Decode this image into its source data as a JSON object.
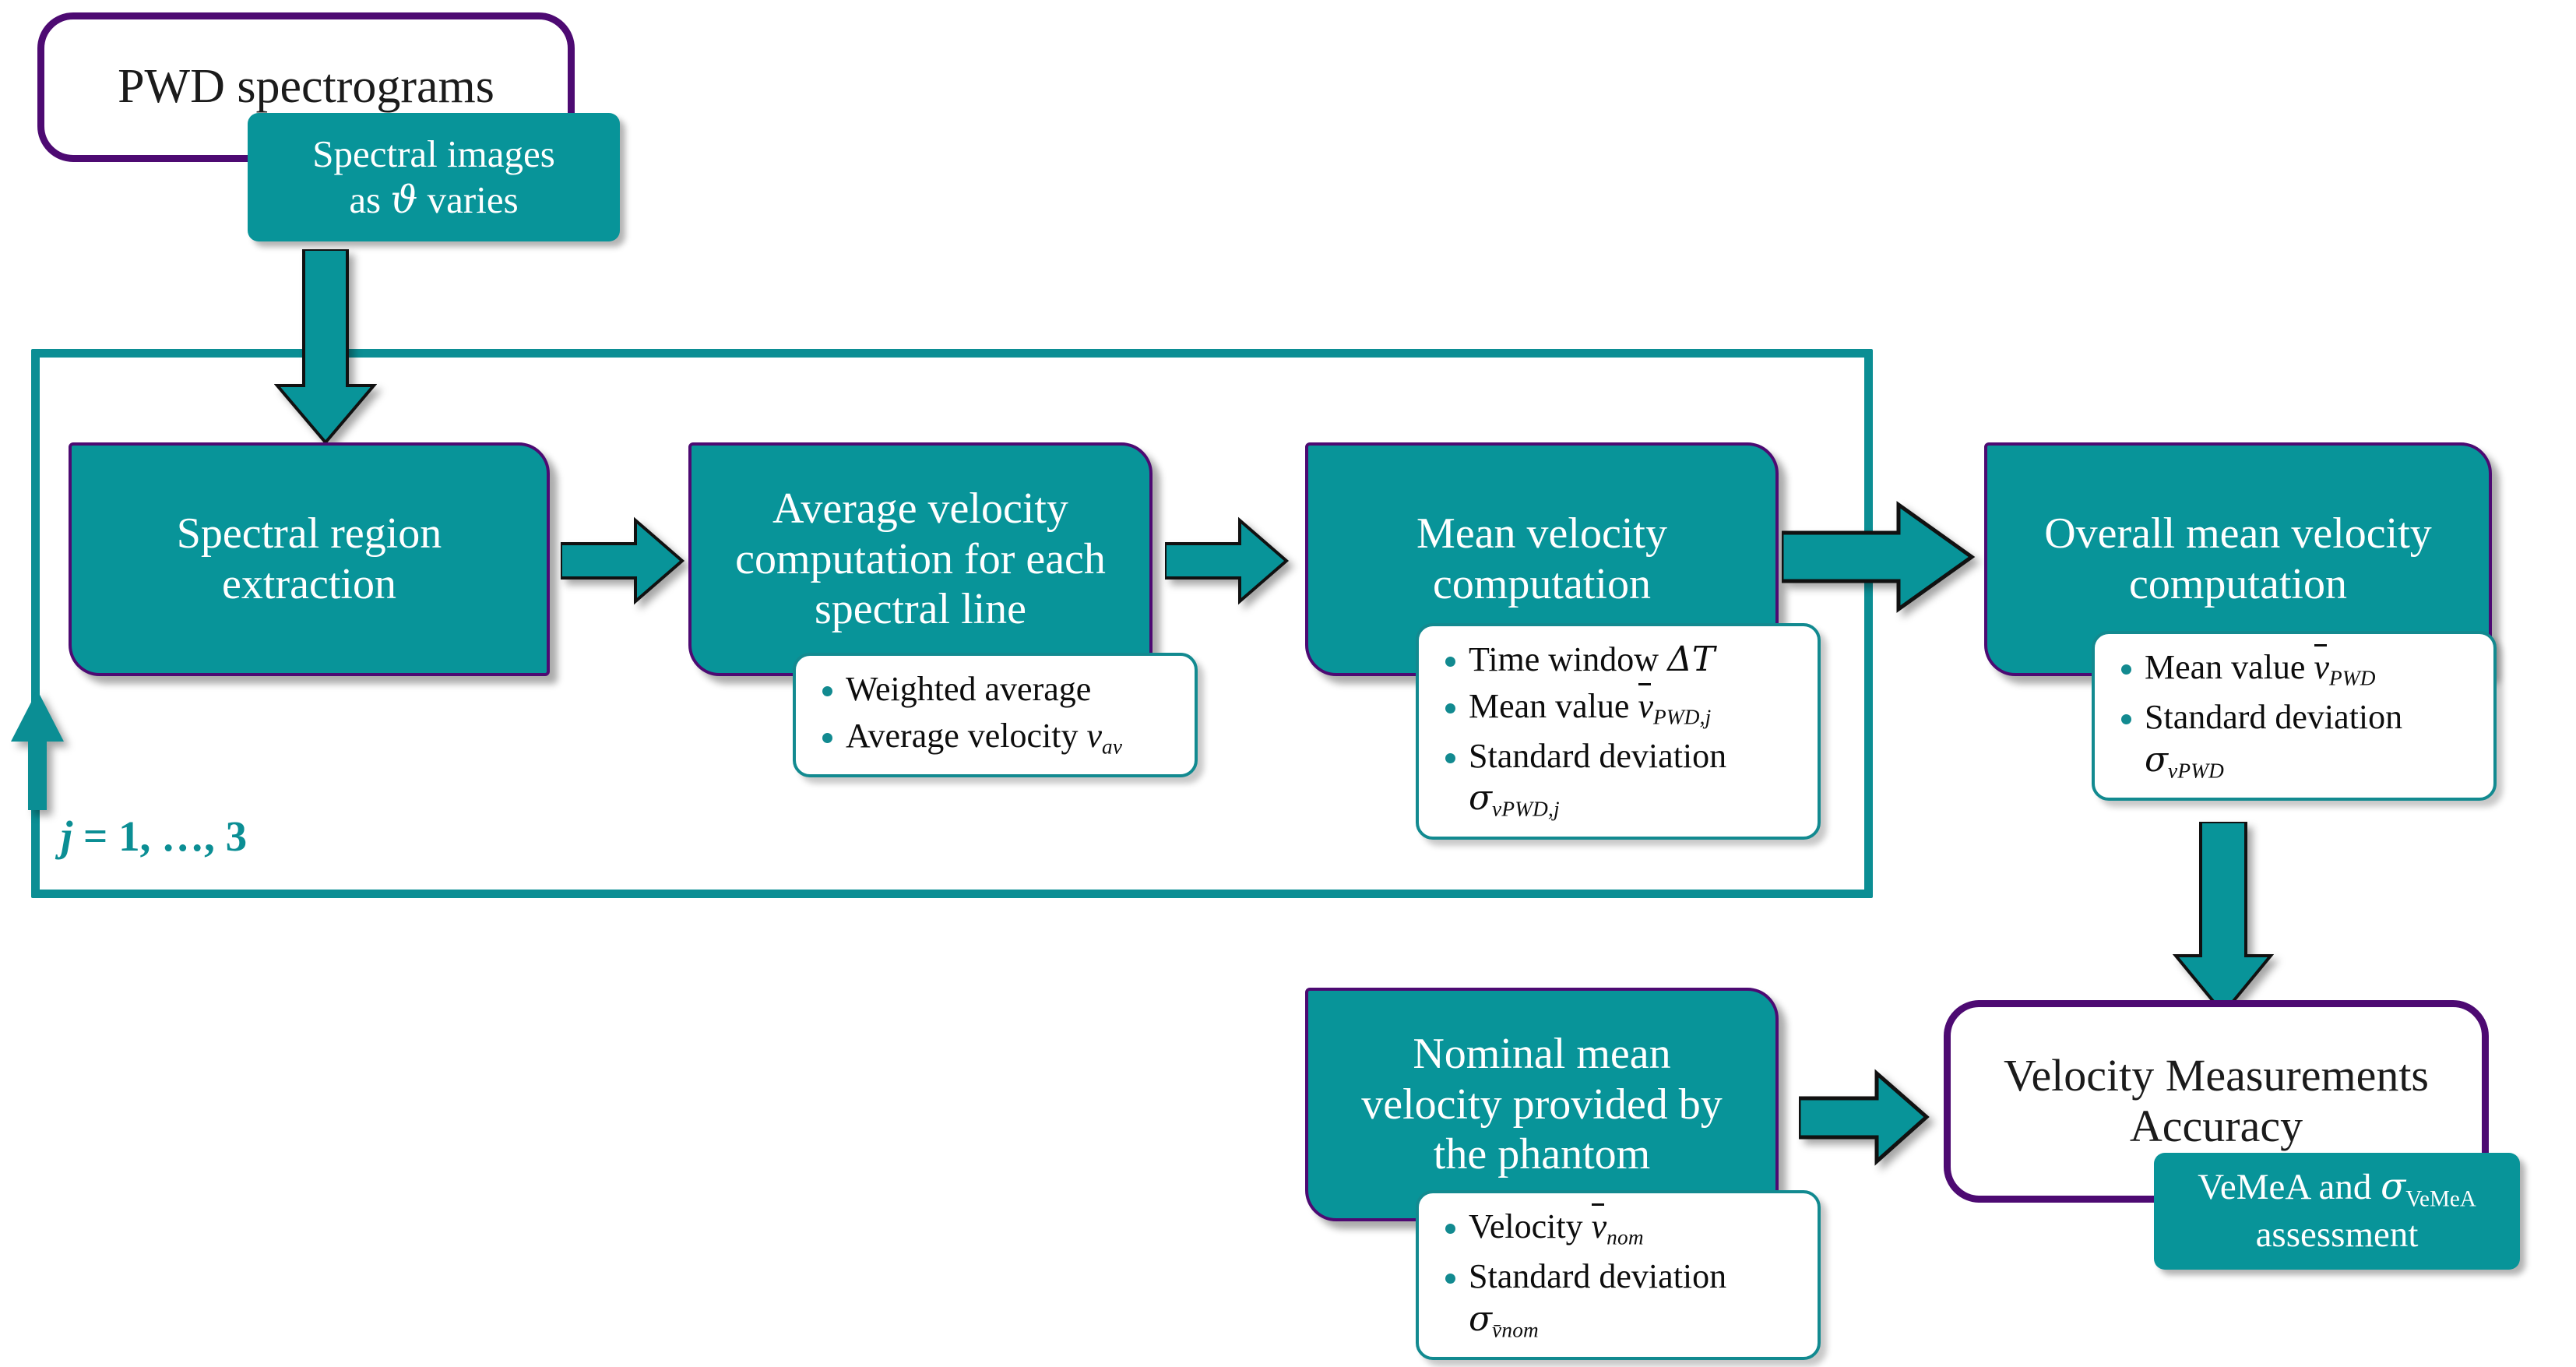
{
  "meta": {
    "title": "PWD velocity measurement accuracy flowchart",
    "colors": {
      "teal_fill": "#089499",
      "purple_outline": "#4d0a72",
      "note_outline": "#128a90",
      "loop_frame": "#0b8e94",
      "text_light": "#ffffff",
      "text_dark": "#0d0d0d"
    }
  },
  "nodes": {
    "start_terminator": {
      "label": "PWD spectrograms"
    },
    "start_chip": {
      "line1": "Spectral images",
      "line2_pre": "as ",
      "line2_sym": "ϑ",
      "line2_post": " varies"
    },
    "step1": {
      "line1": "Spectral region",
      "line2": "extraction"
    },
    "step2": {
      "line1": "Average velocity",
      "line2": "computation for each",
      "line3": "spectral line"
    },
    "step2_note": {
      "items": [
        {
          "text": "Weighted average"
        },
        {
          "text_pre": "Average velocity ",
          "sym": "v",
          "sub": "av",
          "overbar": false
        }
      ]
    },
    "step3": {
      "line1": "Mean velocity",
      "line2": "computation"
    },
    "step3_note": {
      "items": [
        {
          "text_pre": "Time window ",
          "sym_upright": "ΔT"
        },
        {
          "text_pre": "Mean value ",
          "sym": "v",
          "sub": "PWD,j",
          "overbar": true
        },
        {
          "text": "Standard deviation"
        }
      ],
      "continuation": {
        "sigma": "σ",
        "sub": "vPWD,j"
      }
    },
    "step4": {
      "line1": "Overall mean velocity",
      "line2": "computation"
    },
    "step4_note": {
      "items": [
        {
          "text_pre": "Mean value ",
          "sym": "v",
          "sub": "PWD",
          "overbar": true
        },
        {
          "text": "Standard deviation"
        }
      ],
      "continuation": {
        "sigma": "σ",
        "sub": "vPWD"
      }
    },
    "nominal": {
      "line1": "Nominal mean",
      "line2": "velocity provided by",
      "line3": "the phantom"
    },
    "nominal_note": {
      "items": [
        {
          "text_pre": "Velocity ",
          "sym": "v",
          "sub": "nom",
          "overbar": true
        },
        {
          "text": "Standard deviation"
        }
      ],
      "continuation": {
        "sigma": "σ",
        "sub_sym": "v̄",
        "sub": "nom"
      }
    },
    "end_terminator": {
      "line1": "Velocity Measurements",
      "line2": "Accuracy"
    },
    "end_chip": {
      "line1_pre": "VeMeA and ",
      "line1_sigma": "σ",
      "line1_sub": "VeMeA",
      "line2": "assessment"
    }
  },
  "loop": {
    "label_var": "j",
    "label_rest": " = 1, …, 3"
  },
  "connectors": {
    "a_start_down": "arrow-down-start",
    "a_1_2": "arrow-right-step1-step2",
    "a_2_3": "arrow-right-step2-step3",
    "a_3_4": "arrow-right-step3-step4",
    "a_4_end": "arrow-down-step4-end",
    "a_nom_end": "arrow-right-nominal-end",
    "a_loopback": "arrow-up-loopback"
  }
}
